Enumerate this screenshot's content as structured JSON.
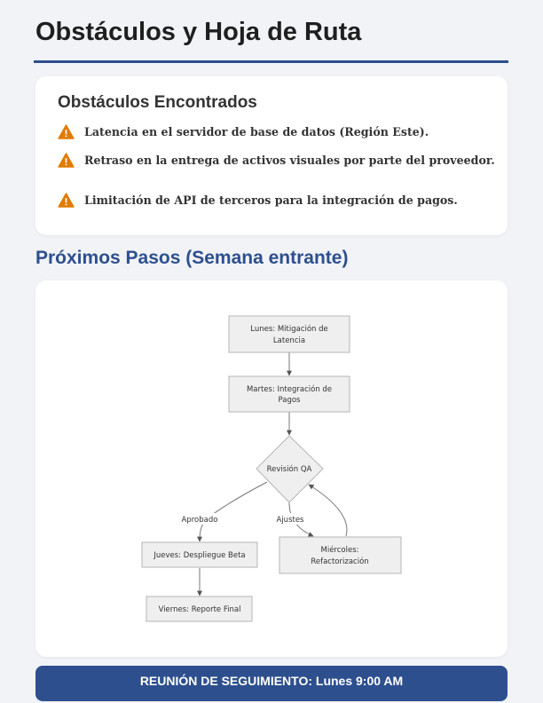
{
  "title": "Obstáculos y Hoja de Ruta",
  "obstacles": {
    "heading": "Obstáculos Encontrados",
    "items": [
      {
        "icon": "warning-icon",
        "text": "Latencia en el servidor de base de datos (Región Este)."
      },
      {
        "icon": "warning-icon",
        "text": "Retraso en la entrega de activos visuales por parte del proveedor."
      },
      {
        "icon": "warning-icon",
        "text": "Limitación de API de terceros para la integración de pagos."
      }
    ]
  },
  "next_steps": {
    "heading": "Próximos Pasos (Semana entrante)",
    "flowchart": {
      "nodes": {
        "monday": [
          "Lunes: Mitigación de",
          "Latencia"
        ],
        "tuesday": [
          "Martes: Integración de",
          "Pagos"
        ],
        "qa": "Revisión QA",
        "thursday": "Jueves: Despliegue Beta",
        "wednesday": [
          "Miércoles:",
          "Refactorización"
        ],
        "friday": "Viernes: Reporte Final"
      },
      "edge_labels": {
        "approved": "Aprobado",
        "adjustments": "Ajustes"
      },
      "edges": [
        [
          "monday",
          "tuesday"
        ],
        [
          "tuesday",
          "qa"
        ],
        [
          "qa",
          "thursday",
          "approved"
        ],
        [
          "qa",
          "wednesday",
          "adjustments"
        ],
        [
          "wednesday",
          "qa"
        ],
        [
          "thursday",
          "friday"
        ]
      ]
    }
  },
  "banner": "REUNIÓN DE SEGUIMIENTO: Lunes 9:00 AM",
  "colors": {
    "accent": "#2d4f8e",
    "warning": "#e07b00",
    "node_fill": "#efefef",
    "node_stroke": "#b5b5b5"
  }
}
